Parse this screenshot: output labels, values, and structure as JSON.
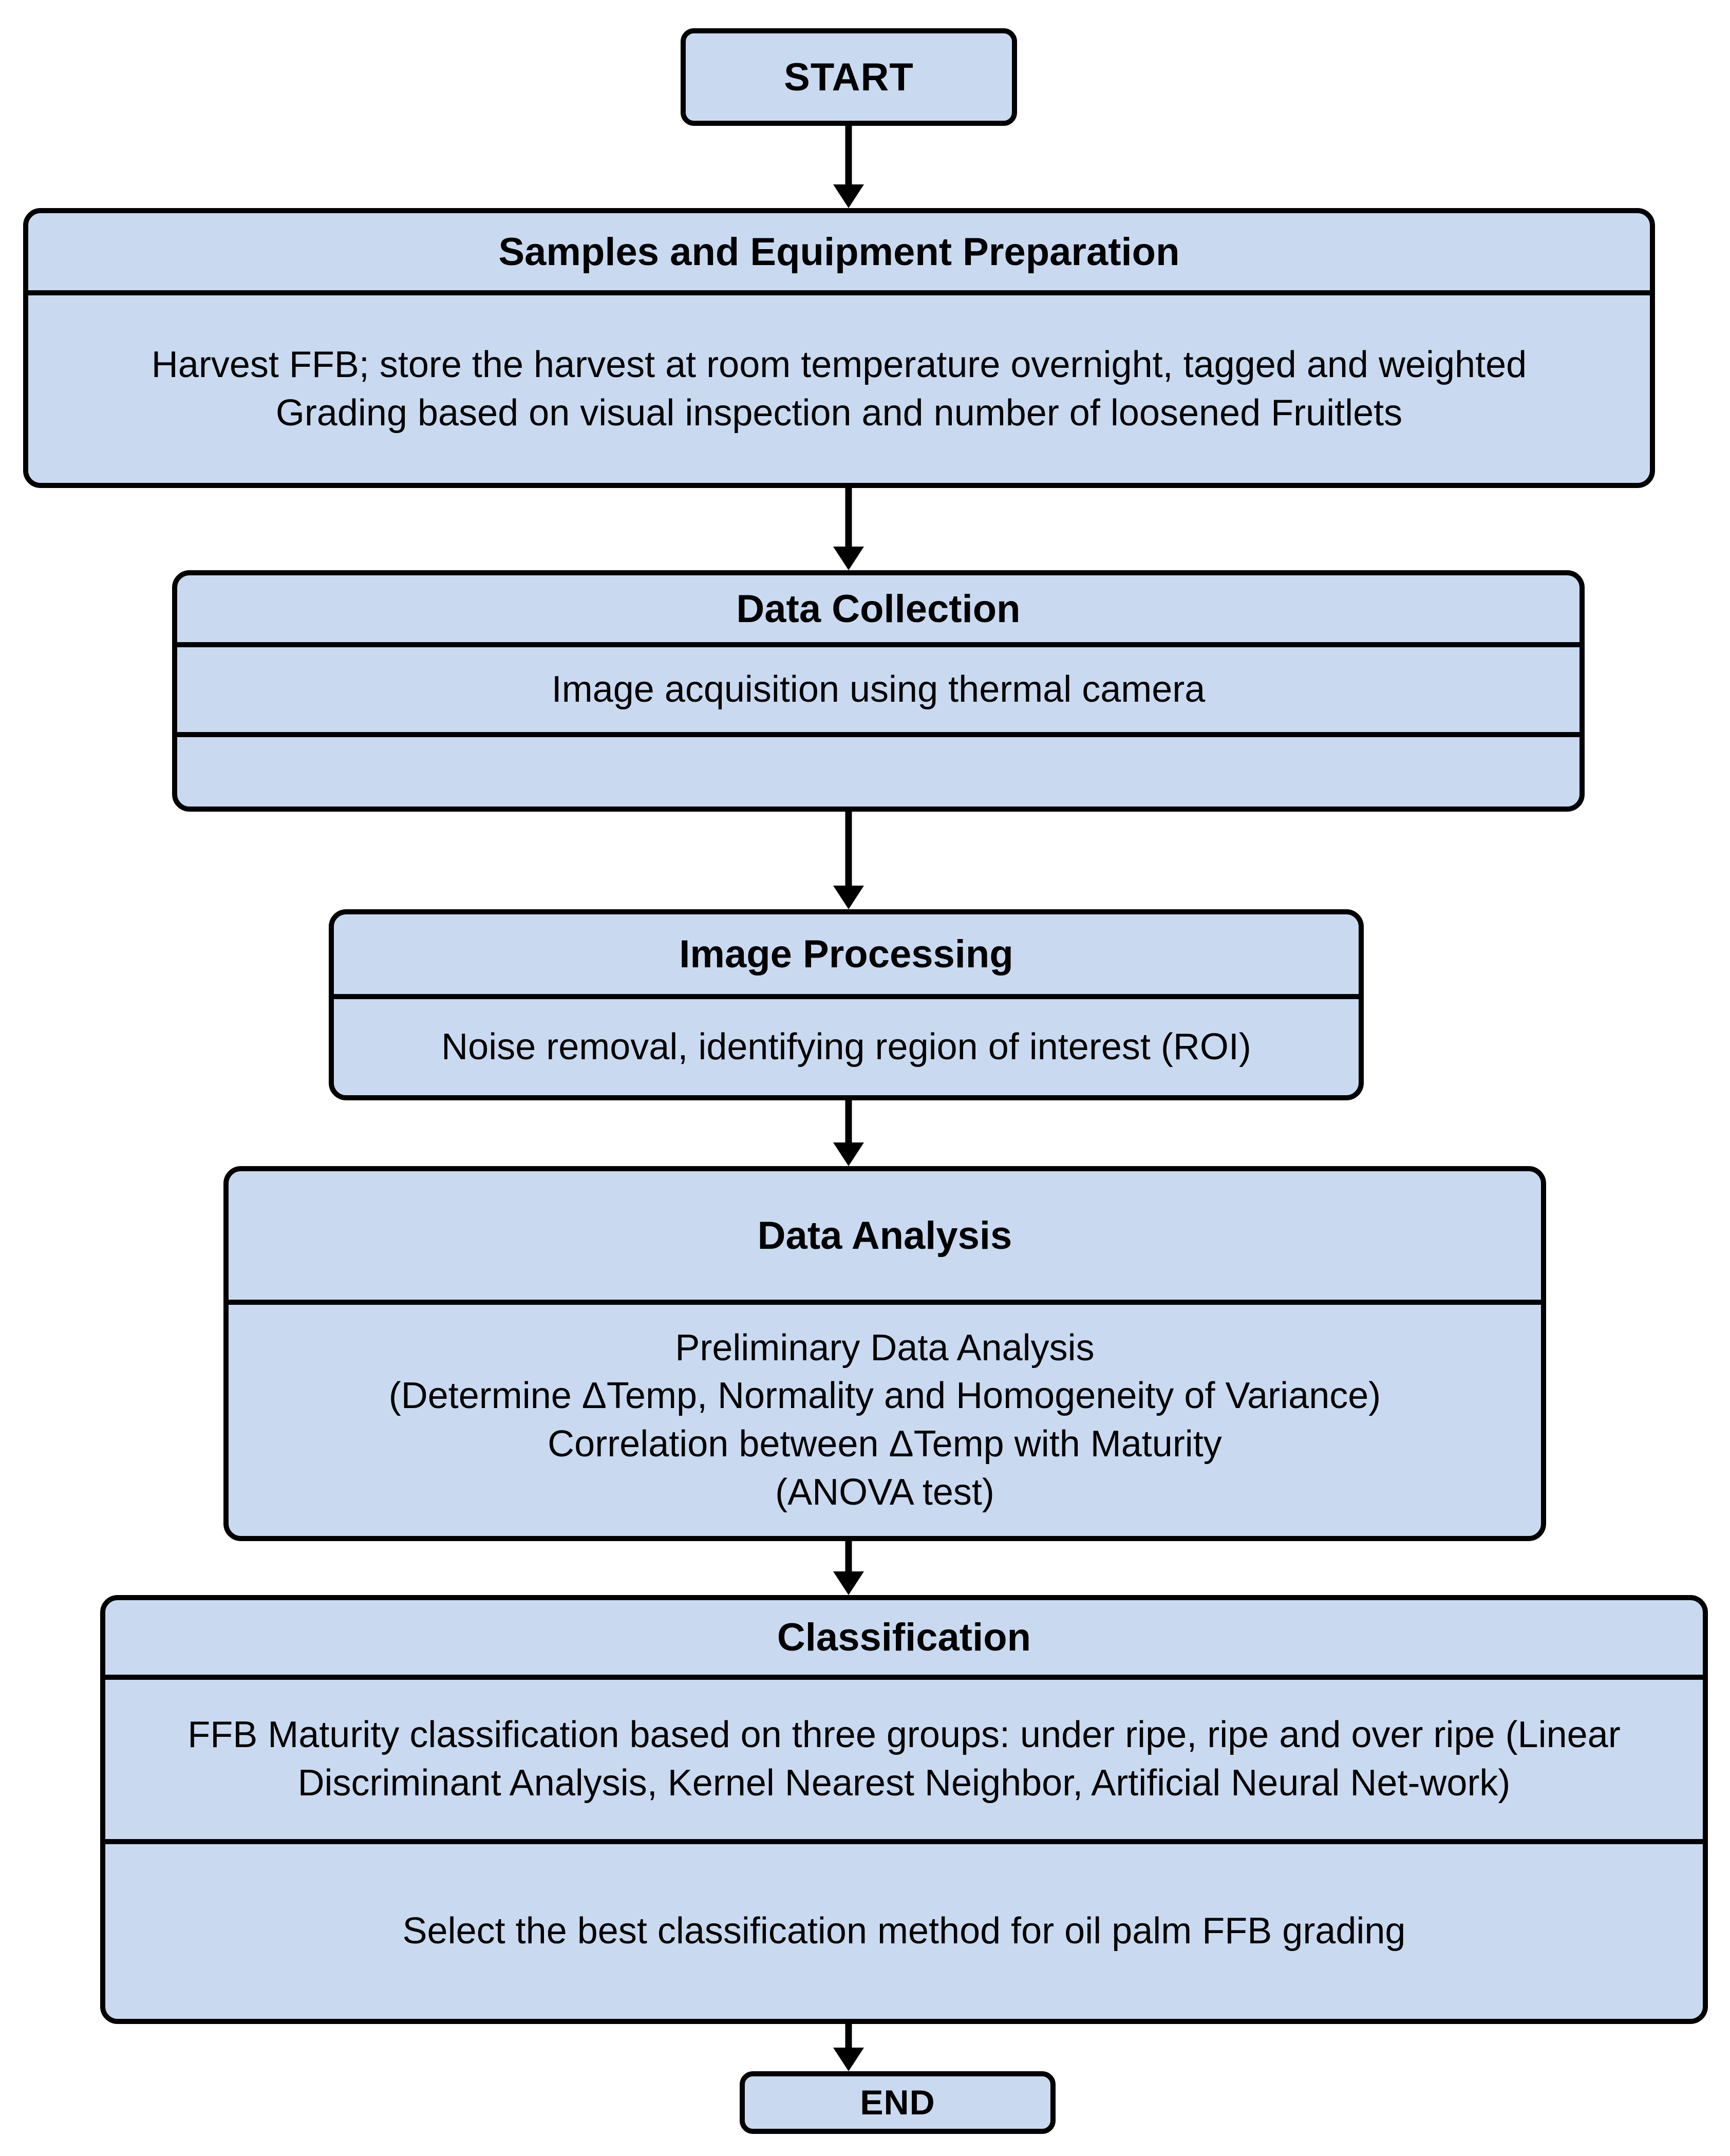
{
  "diagram": {
    "type": "flowchart",
    "orientation": "top-to-bottom",
    "fill_color": "#c9daf0",
    "border_color": "#000000",
    "arrow_color": "#000000",
    "nodes": [
      {
        "id": "start",
        "shape": "terminator",
        "label": "START"
      },
      {
        "id": "samples",
        "shape": "process",
        "header": "Samples and Equipment Preparation",
        "body": "Harvest FFB; store the harvest at room temperature overnight, tagged and weighted\nGrading based on visual inspection and number of loosened Fruitlets"
      },
      {
        "id": "data-collection",
        "shape": "process",
        "header": "Data Collection",
        "body": "Image acquisition using thermal camera",
        "extra": ""
      },
      {
        "id": "image-processing",
        "shape": "process",
        "header": "Image Processing",
        "body": "Noise removal, identifying region of interest (ROI)"
      },
      {
        "id": "data-analysis",
        "shape": "process",
        "header": "Data Analysis",
        "body": "Preliminary Data Analysis\n(Determine ΔTemp, Normality and Homogeneity of Variance)\nCorrelation between ΔTemp with Maturity\n(ANOVA test)"
      },
      {
        "id": "classification",
        "shape": "process",
        "header": "Classification",
        "body": "FFB Maturity classification based on three groups: under ripe, ripe and over ripe (Linear Discriminant Analysis, Kernel Nearest Neighbor, Artificial Neural Net-work)",
        "footer": "Select the best classification method for oil palm FFB grading"
      },
      {
        "id": "end",
        "shape": "terminator",
        "label": "END"
      }
    ],
    "edges": [
      {
        "from": "start",
        "to": "samples"
      },
      {
        "from": "samples",
        "to": "data-collection"
      },
      {
        "from": "data-collection",
        "to": "image-processing"
      },
      {
        "from": "image-processing",
        "to": "data-analysis"
      },
      {
        "from": "data-analysis",
        "to": "classification"
      },
      {
        "from": "classification",
        "to": "end"
      }
    ]
  }
}
